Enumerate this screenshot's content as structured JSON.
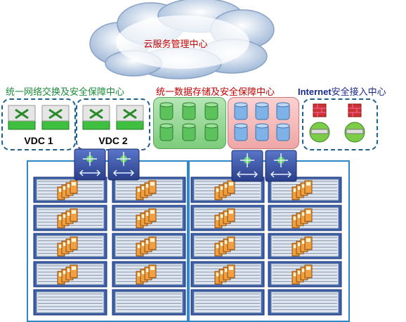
{
  "cloud": {
    "label": "云服务管理中心"
  },
  "sections": {
    "network": {
      "title": "统一网络交换及安全保障中心",
      "color": "#1a8a3a"
    },
    "storage": {
      "title": "统一数据存储及安全保障中心",
      "color": "#c00000"
    },
    "internet": {
      "title_en": "Internet",
      "title_cn": "安全接入中心",
      "color": "#1a2a8a"
    }
  },
  "vdcs": [
    {
      "label": "VDC 1"
    },
    {
      "label": "VDC 2"
    }
  ],
  "icons": {
    "network_switch": "switch-icon",
    "storage_green": "green-storage-cylinder-icon",
    "storage_blue": "blue-storage-cylinder-icon",
    "firewall": "firewall-icon",
    "router": "router-icon",
    "vm_stack": "virtual-machine-stack-icon",
    "server": "blade-server-icon",
    "cloud": "cloud-icon"
  },
  "colors": {
    "chassis_border": "#2f87c8",
    "switch_green": "#3fbf3f",
    "storage_green": "#8cd48c",
    "storage_pink": "#f4b8b8",
    "cyl_blue": "#7fb3e8"
  }
}
